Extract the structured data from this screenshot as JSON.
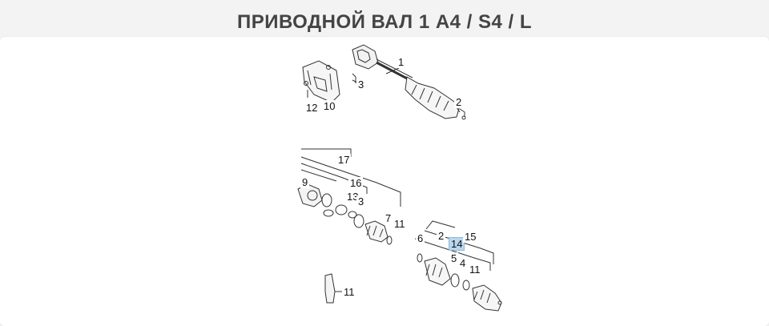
{
  "page": {
    "title": "ПРИВОДНОЙ ВАЛ 1 A4 / S4 / L"
  },
  "colors": {
    "highlight": "#b9d7ee",
    "line": "#333333"
  },
  "callouts": {
    "c1": "1",
    "c3": "3",
    "c2_top": "2",
    "c12": "12",
    "c10": "10",
    "c17": "17",
    "c9": "9",
    "c16": "16",
    "c13": "13",
    "c3b": "3",
    "c7": "7",
    "c11a": "11",
    "c6": "6",
    "c2b": "2",
    "c14": "14",
    "c15": "15",
    "c5": "5",
    "c4": "4",
    "c11b": "11",
    "c11c": "11"
  }
}
